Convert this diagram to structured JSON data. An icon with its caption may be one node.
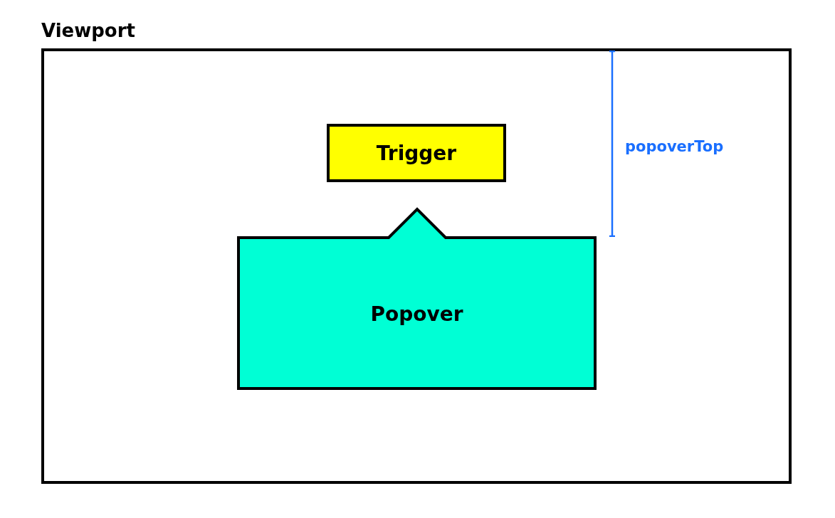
{
  "diagram": {
    "nodes": [
      {
        "text": [
          "Viewport"
        ]
      },
      {
        "text": [
          "Trigger"
        ],
        "in": 0
      },
      {
        "text": [
          "Popover"
        ],
        "in": 0
      }
    ],
    "labels": [
      "popoverTop"
    ]
  }
}
